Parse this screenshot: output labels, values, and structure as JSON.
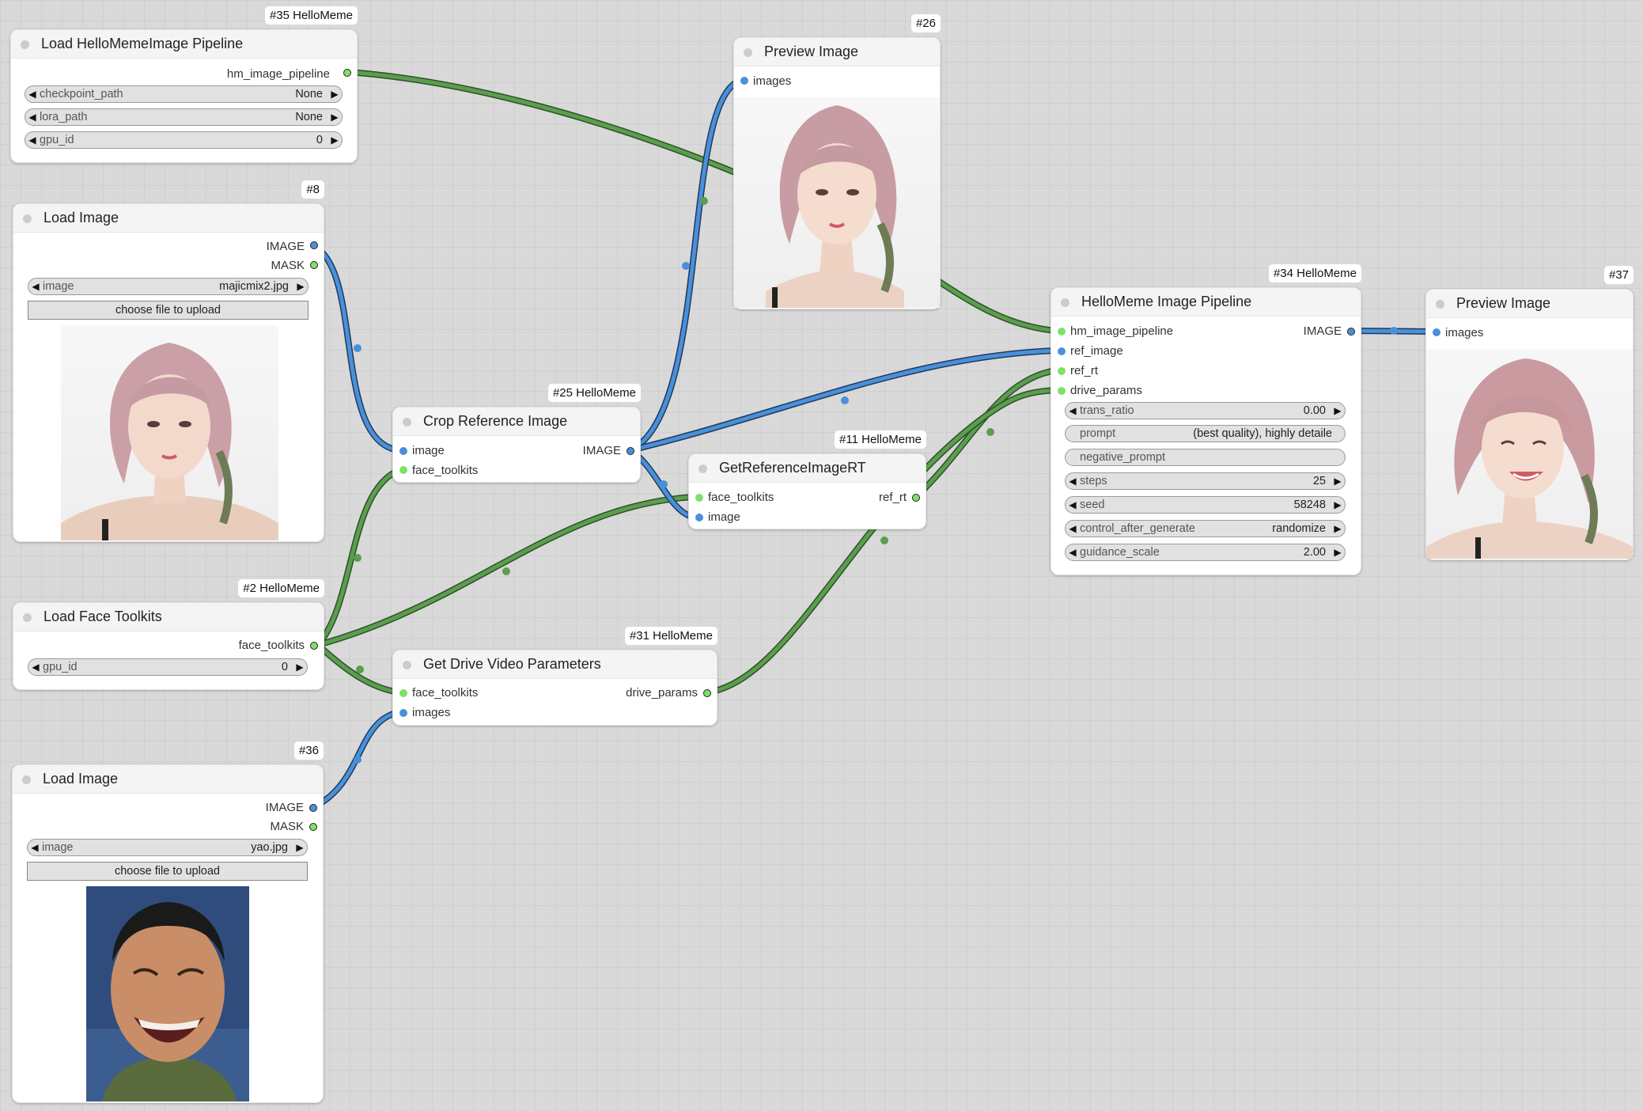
{
  "nodes": {
    "n35": {
      "badge": "#35 HelloMeme",
      "title": "Load HelloMemeImage Pipeline",
      "output": "hm_image_pipeline",
      "widgets": [
        {
          "label": "checkpoint_path",
          "value": "None"
        },
        {
          "label": "lora_path",
          "value": "None"
        },
        {
          "label": "gpu_id",
          "value": "0"
        }
      ]
    },
    "n8": {
      "badge": "#8",
      "title": "Load Image",
      "outputs": [
        "IMAGE",
        "MASK"
      ],
      "image_widget": {
        "label": "image",
        "value": "majicmix2.jpg"
      },
      "upload_label": "choose file to upload"
    },
    "n26": {
      "badge": "#26",
      "title": "Preview Image",
      "input": "images"
    },
    "n25": {
      "badge": "#25 HelloMeme",
      "title": "Crop Reference Image",
      "inputs": [
        "image",
        "face_toolkits"
      ],
      "output": "IMAGE"
    },
    "n11": {
      "badge": "#11 HelloMeme",
      "title": "GetReferenceImageRT",
      "inputs": [
        "face_toolkits",
        "image"
      ],
      "output": "ref_rt"
    },
    "n34": {
      "badge": "#34 HelloMeme",
      "title": "HelloMeme Image Pipeline",
      "inputs": [
        "hm_image_pipeline",
        "ref_image",
        "ref_rt",
        "drive_params"
      ],
      "output": "IMAGE",
      "widgets": [
        {
          "label": "trans_ratio",
          "value": "0.00"
        },
        {
          "label": "prompt",
          "value": "(best quality), highly detaile"
        },
        {
          "label": "negative_prompt",
          "value": ""
        },
        {
          "label": "steps",
          "value": "25"
        },
        {
          "label": "seed",
          "value": "58248"
        },
        {
          "label": "control_after_generate",
          "value": "randomize"
        },
        {
          "label": "guidance_scale",
          "value": "2.00"
        }
      ]
    },
    "n37": {
      "badge": "#37",
      "title": "Preview Image",
      "input": "images"
    },
    "n2": {
      "badge": "#2 HelloMeme",
      "title": "Load Face Toolkits",
      "output": "face_toolkits",
      "widgets": [
        {
          "label": "gpu_id",
          "value": "0"
        }
      ]
    },
    "n31": {
      "badge": "#31 HelloMeme",
      "title": "Get Drive Video Parameters",
      "inputs": [
        "face_toolkits",
        "images"
      ],
      "output": "drive_params"
    },
    "n36": {
      "badge": "#36",
      "title": "Load Image",
      "outputs": [
        "IMAGE",
        "MASK"
      ],
      "image_widget": {
        "label": "image",
        "value": "yao.jpg"
      },
      "upload_label": "choose file to upload"
    }
  },
  "colors": {
    "image_link": "#4a90d9",
    "model_link": "#5a9e4e",
    "canvas": "#d9d9d9"
  },
  "arrows": {
    "left": "◀",
    "right": "▶"
  }
}
